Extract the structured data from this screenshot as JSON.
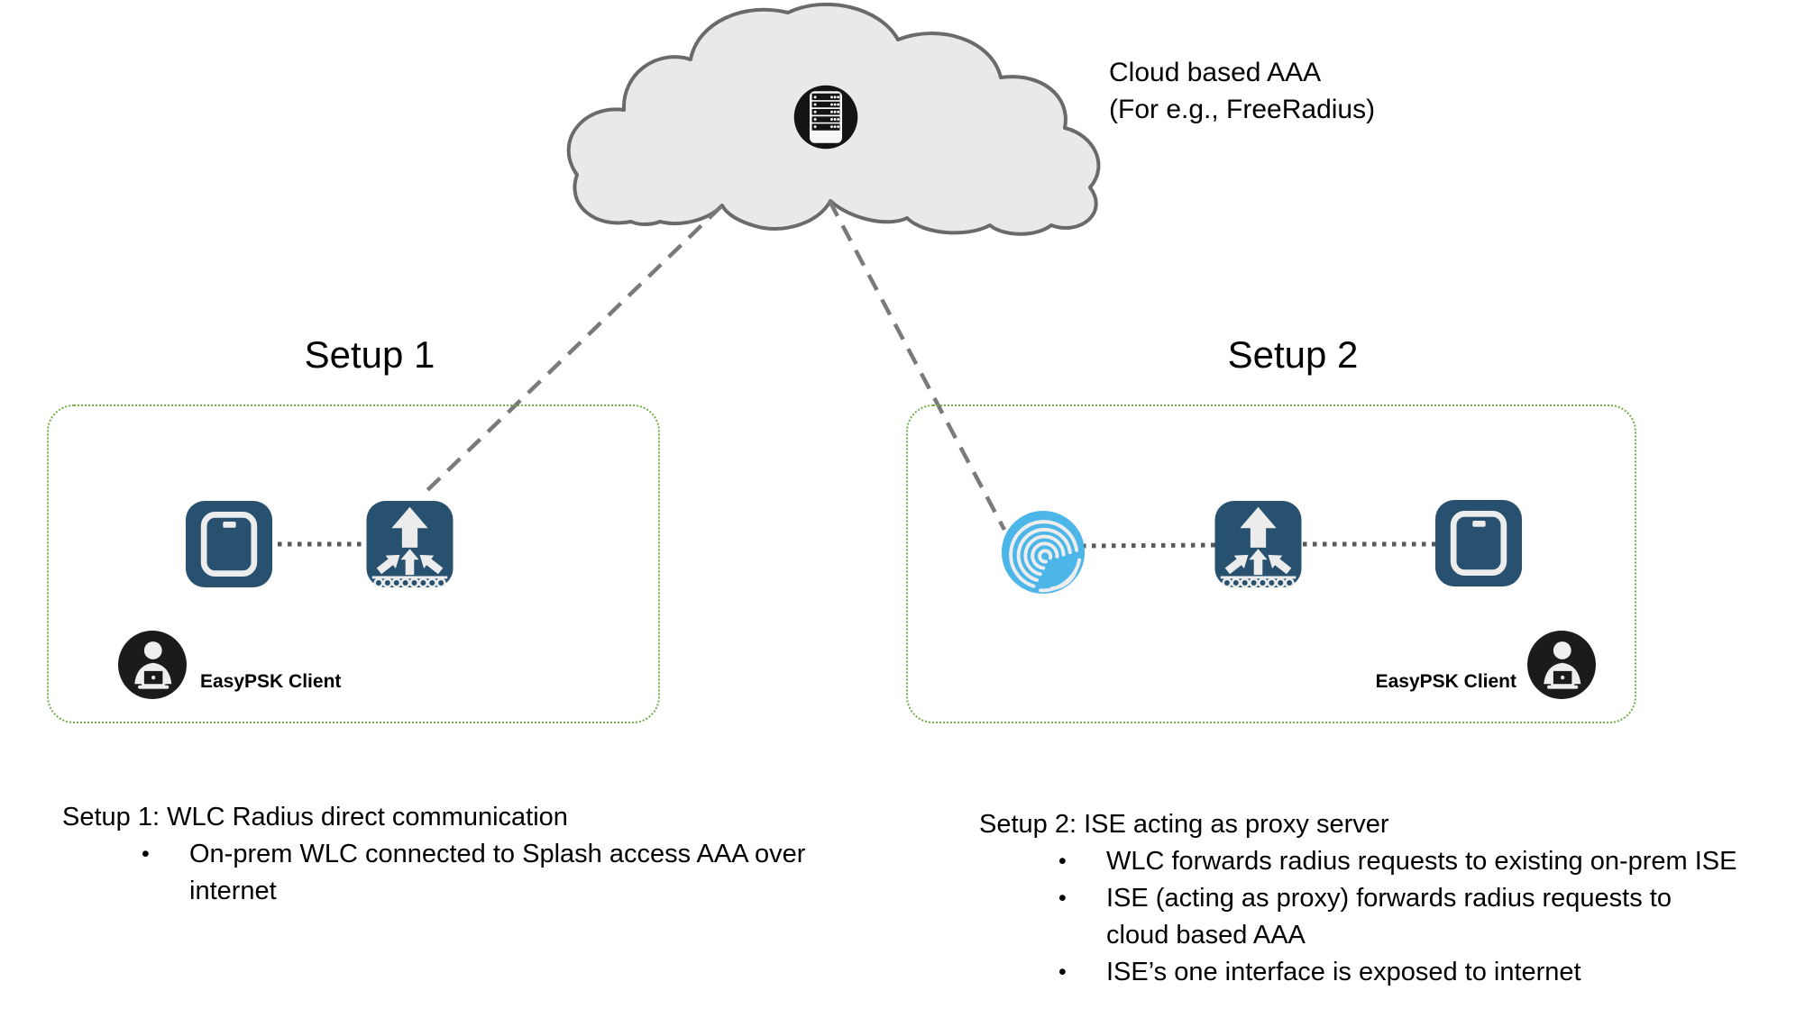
{
  "bullet_char": "•",
  "cloud": {
    "label_line1": "Cloud based AAA",
    "label_line2": "(For e.g., FreeRadius)"
  },
  "setup1": {
    "title": "Setup 1",
    "client_label": "EasyPSK Client"
  },
  "setup2": {
    "title": "Setup 2",
    "client_label": "EasyPSK Client"
  },
  "notes_left": {
    "heading": "Setup 1: WLC Radius direct communication",
    "items": [
      {
        "lines": [
          "On-prem WLC connected to Splash access AAA over",
          "internet"
        ]
      }
    ]
  },
  "notes_right": {
    "heading": "Setup 2: ISE acting as proxy server",
    "items": [
      {
        "lines": [
          "WLC forwards radius requests to existing on-prem ISE"
        ]
      },
      {
        "lines": [
          "ISE (acting as proxy) forwards radius requests to",
          "cloud based AAA"
        ]
      },
      {
        "lines": [
          "ISE’s one interface is exposed to internet"
        ]
      }
    ]
  },
  "icons": {
    "cloud_server": "server-rack-icon",
    "setup1_left": "access-point-icon",
    "setup1_right": "wlc-icon",
    "setup2_left": "ise-fingerprint-icon",
    "setup2_middle": "wlc-icon",
    "setup2_right": "access-point-icon",
    "client": "person-laptop-icon"
  },
  "colors": {
    "icon_blue": "#27516F",
    "fingerprint_blue": "#4DB6E9",
    "box_green": "#74AD44",
    "cloud_fill": "#E9E9E9",
    "cloud_stroke": "#6A6A6A",
    "line_gray": "#7A7A7A",
    "dot_gray": "#5A5A5A",
    "text_black": "#000000"
  }
}
